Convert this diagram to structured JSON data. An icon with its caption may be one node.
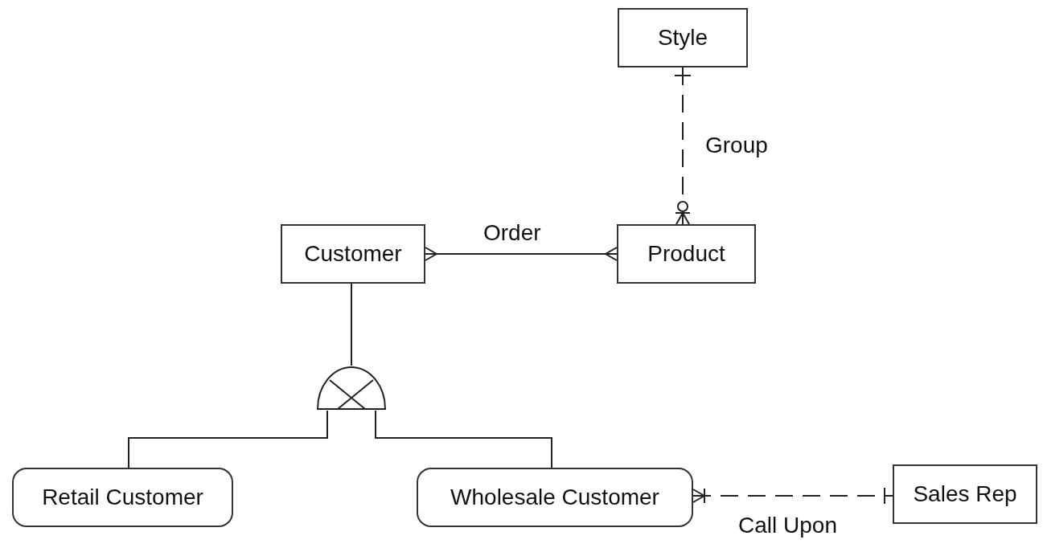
{
  "diagram": {
    "nodes": [
      {
        "text": [
          "Style"
        ]
      },
      {
        "text": [
          "Customer"
        ]
      },
      {
        "text": [
          "Product"
        ]
      },
      {
        "text": [],
        "shape": "semicircle"
      },
      {
        "text": [
          "Retail Customer"
        ]
      },
      {
        "text": [
          "Wholesale Customer"
        ]
      },
      {
        "text": [
          "Sales Rep"
        ]
      }
    ],
    "edges": [
      {
        "from": 0,
        "to": 2,
        "arrow": "other",
        "label": "Group",
        "style": "dashed"
      },
      {
        "from": 1,
        "to": 2,
        "arrow": "other",
        "label": "Order"
      },
      {
        "from": 1,
        "to": 3,
        "arrow": "none"
      },
      {
        "from": 3,
        "to": 4,
        "arrow": "none"
      },
      {
        "from": 3,
        "to": 5,
        "arrow": "none"
      },
      {
        "from": 5,
        "to": 6,
        "arrow": "other",
        "label": "Call Upon",
        "style": "dashed"
      }
    ]
  }
}
